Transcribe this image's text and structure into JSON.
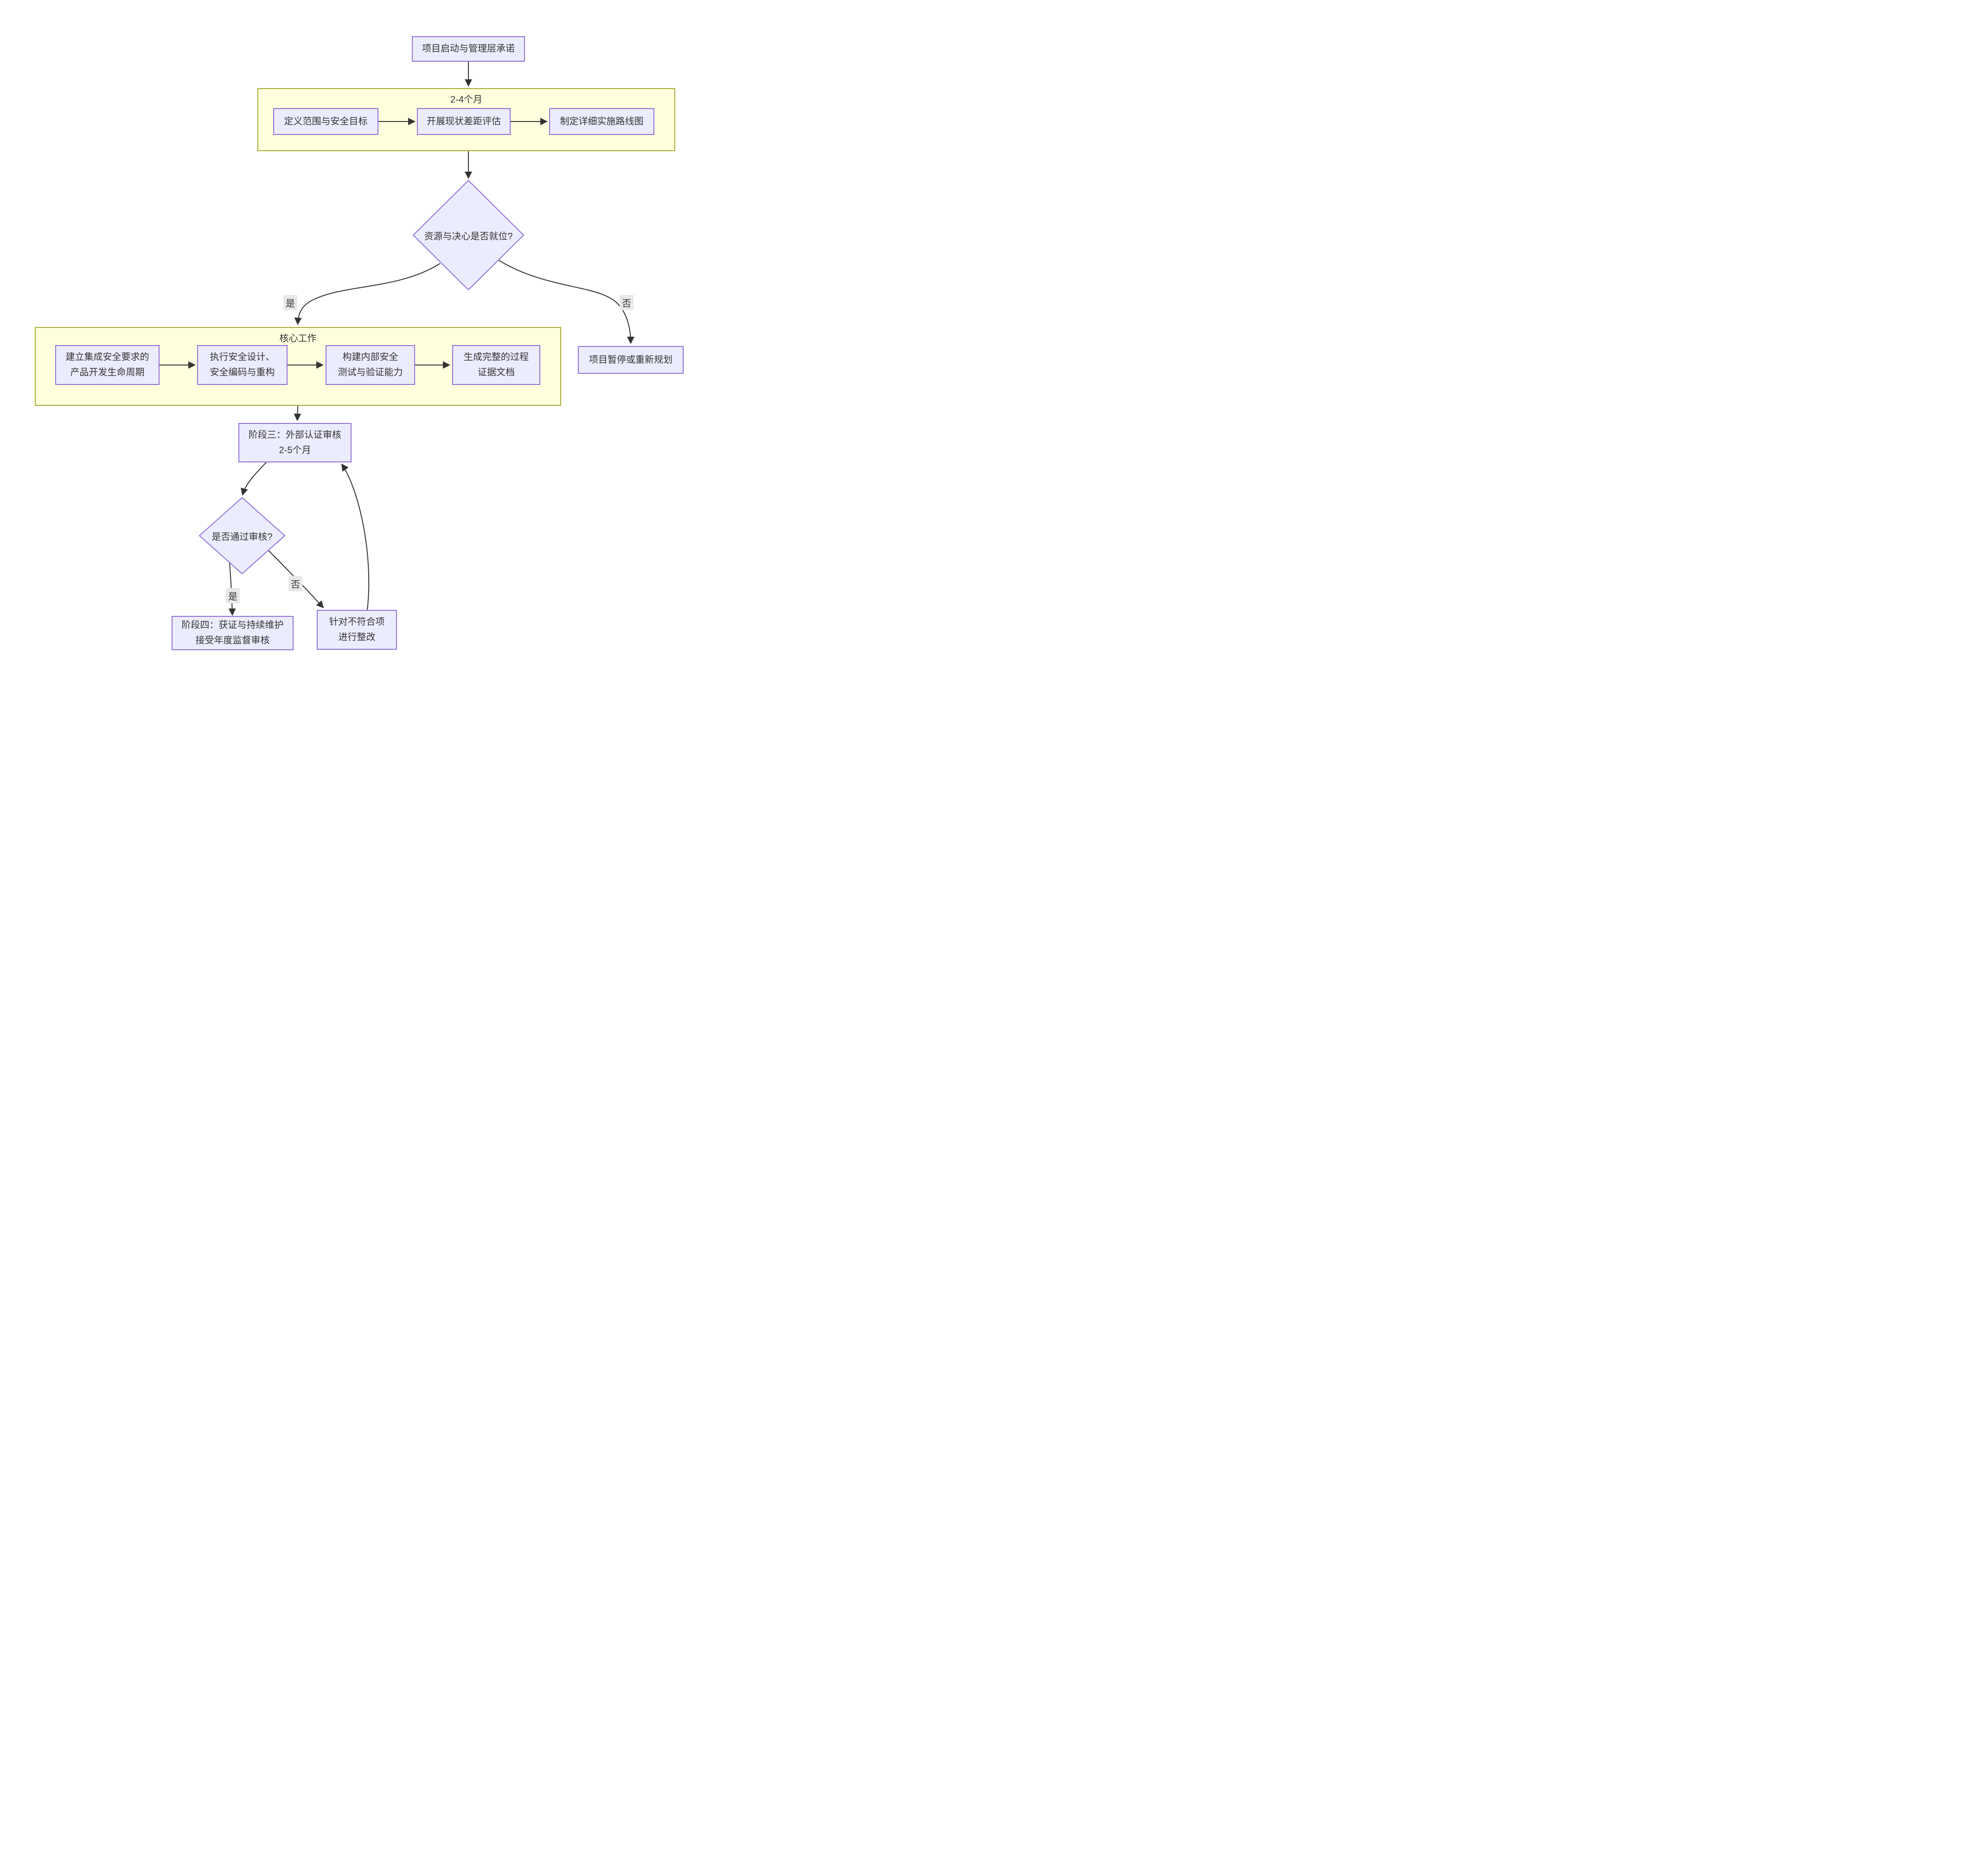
{
  "colors": {
    "node_fill": "#ECECFF",
    "node_border": "#9370DB",
    "subgraph_fill": "#FFFFDE",
    "subgraph_border": "#AAAA33",
    "edge": "#333333",
    "edge_label_bg": "#e8e8e8",
    "text": "#333333"
  },
  "subgraphs": {
    "phase1_label": "2-4个月",
    "core_work_label": "核心工作"
  },
  "nodes": {
    "start": "项目启动与管理层承诺",
    "define_scope": "定义范围与安全目标",
    "gap_assessment": "开展现状差距评估",
    "roadmap": "制定详细实施路线图",
    "decision_resources": "资源与决心是否就位?",
    "sdlc": "建立集成安全要求的\n产品开发生命周期",
    "secure_design": "执行安全设计、\n安全编码与重构",
    "internal_testing": "构建内部安全\n测试与验证能力",
    "evidence_docs": "生成完整的过程\n证据文档",
    "project_pause": "项目暂停或重新规划",
    "phase3": "阶段三：外部认证审核\n2-5个月",
    "decision_audit": "是否通过审核?",
    "phase4": "阶段四：获证与持续维护\n接受年度监督审核",
    "remediation": "针对不符合项\n进行整改"
  },
  "edge_labels": {
    "yes1": "是",
    "no1": "否",
    "yes2": "是",
    "no2": "否"
  }
}
